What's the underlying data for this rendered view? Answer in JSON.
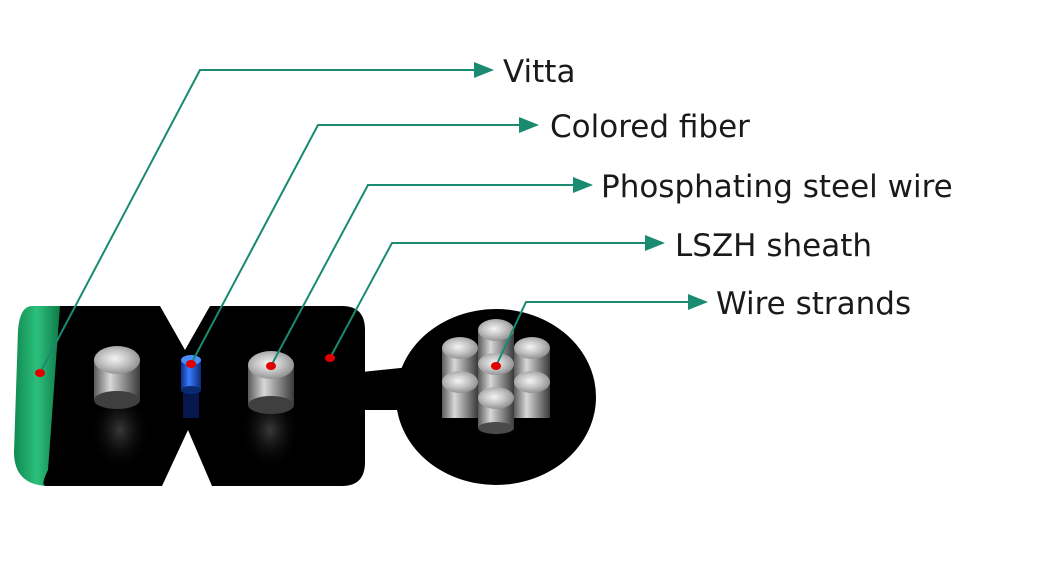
{
  "labels": {
    "vitta": "Vitta",
    "colored_fiber": "Colored fiber",
    "phosphating_steel_wire": "Phosphating steel wire",
    "lszh_sheath": "LSZH sheath",
    "wire_strands": "Wire strands"
  },
  "colors": {
    "leader_line": "#1a8a70",
    "marker_dot": "#e00000",
    "vitta_stripe": "#1fa86b",
    "sheath": "#000000",
    "fiber": "#1f5fd6",
    "steel": "#b9b9b9"
  }
}
